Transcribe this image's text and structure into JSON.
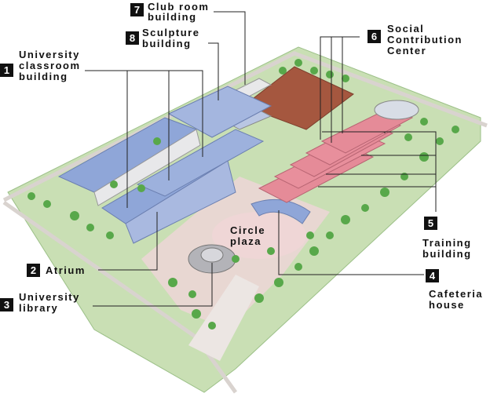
{
  "labels": [
    {
      "num": "7",
      "lines": [
        "Club room",
        "building"
      ]
    },
    {
      "num": "8",
      "lines": [
        "Sculpture",
        "building"
      ]
    },
    {
      "num": "6",
      "lines": [
        "Social",
        "Contribution",
        "Center"
      ]
    },
    {
      "num": "1",
      "lines": [
        "University",
        "classroom",
        "building"
      ]
    },
    {
      "num": "2",
      "lines": [
        "Atrium"
      ]
    },
    {
      "num": "3",
      "lines": [
        "University",
        "library"
      ]
    },
    {
      "num": "5",
      "lines": [
        "Training",
        "building"
      ]
    },
    {
      "num": "4",
      "lines": []
    }
  ],
  "plaza_label": {
    "lines": [
      "Circle",
      "plaza"
    ]
  },
  "cafeteria_label": {
    "lines": [
      "Cafeteria",
      "house"
    ]
  },
  "colors": {
    "lawn": "#c9dfb4",
    "path": "#e8d7d2",
    "plaza": "#efd6d6",
    "roof_blue": "#8fa6d8",
    "roof_red": "#e58b98",
    "field": "#a5573f",
    "tree": "#58a84a",
    "wall": "#e8e8ea"
  }
}
